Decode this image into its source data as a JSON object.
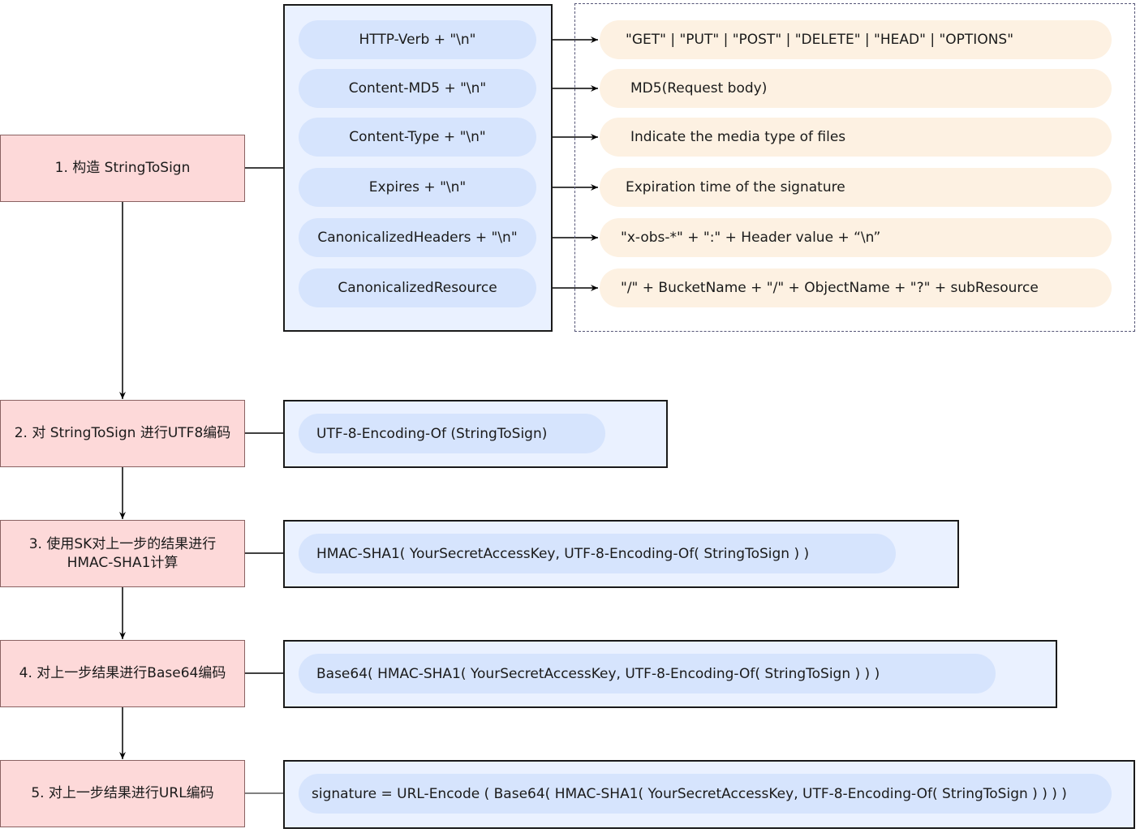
{
  "steps": [
    "1. 构造 StringToSign",
    "2. 对 StringToSign 进行UTF8编码",
    "3. 使用SK对上一步的结果进行\nHMAC-SHA1计算",
    "4. 对上一步结果进行Base64编码",
    "5. 对上一步结果进行URL编码"
  ],
  "components": [
    "HTTP-Verb + \"\\n\"",
    "Content-MD5 + \"\\n\"",
    "Content-Type + \"\\n\"",
    "Expires + \"\\n\"",
    "CanonicalizedHeaders + \"\\n\"",
    "CanonicalizedResource"
  ],
  "descriptions": [
    "\"GET\" | \"PUT\" | \"POST\" | \"DELETE\" | \"HEAD\" | \"OPTIONS\"",
    "MD5(Request body)",
    "Indicate the media type of files",
    "Expiration time of the signature",
    "\"x-obs-*\" + \":\" + Header value + “\\n”",
    "\"/\" + BucketName + \"/\" + ObjectName + \"?\" + subResource"
  ],
  "formulas": [
    "UTF-8-Encoding-Of (StringToSign)",
    "HMAC-SHA1( YourSecretAccessKey, UTF-8-Encoding-Of( StringToSign ) )",
    "Base64( HMAC-SHA1( YourSecretAccessKey, UTF-8-Encoding-Of( StringToSign ) ) )",
    "signature = URL-Encode ( Base64( HMAC-SHA1( YourSecretAccessKey, UTF-8-Encoding-Of( StringToSign ) ) ) )"
  ],
  "colors": {
    "step_fill": "#fdd9d9",
    "panel_fill": "#eaf1ff",
    "pill_fill": "#d6e4fd",
    "desc_fill": "#fdf1e2"
  }
}
